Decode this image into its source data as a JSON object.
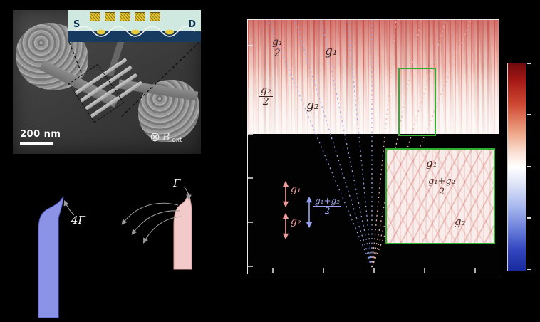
{
  "panel_a": {
    "scale_bar_label": "200 nm",
    "field": {
      "circle_symbol": "⊗",
      "base": "B",
      "subscript": "ext"
    },
    "inset": {
      "source_label": "S",
      "drain_label": "D"
    }
  },
  "panel_b": {
    "blue_peak_label": "4Γ",
    "pink_peak_label": "Γ",
    "colors": {
      "blue_fill": "#8a93e6",
      "pink_fill": "#f3caca"
    }
  },
  "panel_c": {
    "heat_labels": {
      "g1_half": {
        "num": "g₁",
        "den": "2"
      },
      "g1": "g₁",
      "g2_half": {
        "num": "g₂",
        "den": "2"
      },
      "g2": "g₂"
    },
    "inset_labels": {
      "g1": "g₁",
      "mean": {
        "num": "g₁+g₂",
        "den": "2"
      },
      "g2": "g₂"
    },
    "legend": {
      "g1": "g₁",
      "g2": "g₂",
      "mean": {
        "num": "g₁+g₂",
        "den": "2"
      }
    },
    "colors": {
      "line_blue": "#9aa5ee",
      "line_pink": "#eeb0a8",
      "highlight_green": "#2faf2f",
      "colorbar_top": "#6e0a0e",
      "colorbar_mid": "#ffffff",
      "colorbar_bottom": "#182a9c"
    }
  }
}
